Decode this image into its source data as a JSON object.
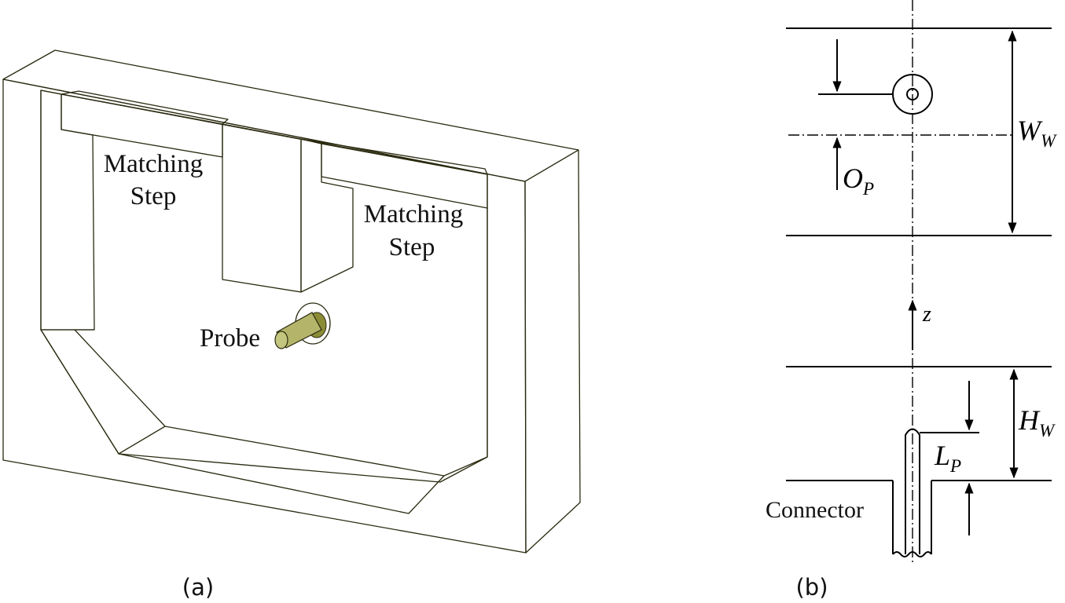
{
  "panel_a": {
    "caption": "(a)",
    "labels": {
      "step_left_line1": "Matching",
      "step_left_line2": "Step",
      "step_right_line1": "Matching",
      "step_right_line2": "Step",
      "probe": "Probe"
    },
    "colors": {
      "face_front": "#8b8c36",
      "face_top": "#7e7f33",
      "face_side": "#9a9b4c",
      "face_light": "#a4a55a",
      "face_floor": "#777830"
    }
  },
  "panel_b": {
    "caption": "(b)",
    "labels": {
      "ww_main": "W",
      "ww_sub": "W",
      "op_main": "O",
      "op_sub": "P",
      "z": "z",
      "hw_main": "H",
      "hw_sub": "W",
      "lp_main": "L",
      "lp_sub": "P",
      "connector": "Connector"
    }
  }
}
